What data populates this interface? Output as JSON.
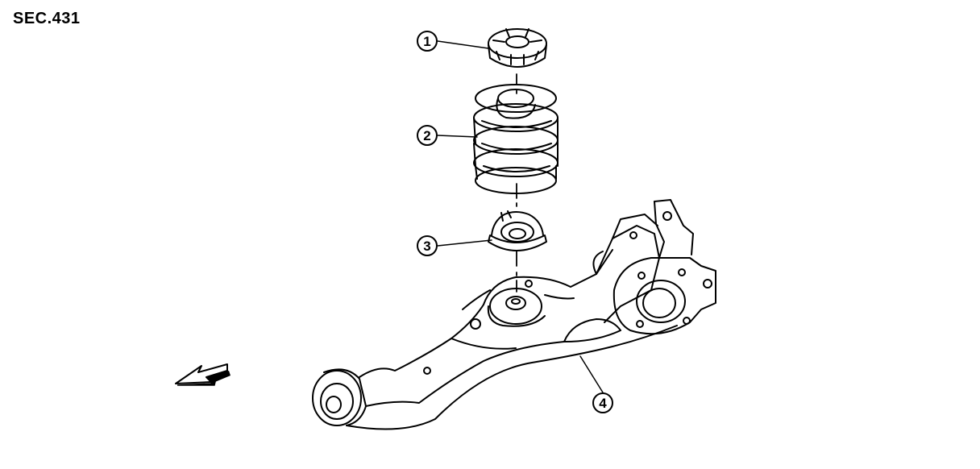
{
  "header": {
    "section_code": "SEC.431"
  },
  "callouts": [
    {
      "id": "1",
      "label": "1",
      "part": "upper-spring-seat"
    },
    {
      "id": "2",
      "label": "2",
      "part": "coil-spring"
    },
    {
      "id": "3",
      "label": "3",
      "part": "lower-spring-seat"
    },
    {
      "id": "4",
      "label": "4",
      "part": "lower-link"
    }
  ],
  "icons": {
    "direction": "front-arrow-icon"
  },
  "colors": {
    "line": "#000000",
    "background": "#ffffff"
  }
}
